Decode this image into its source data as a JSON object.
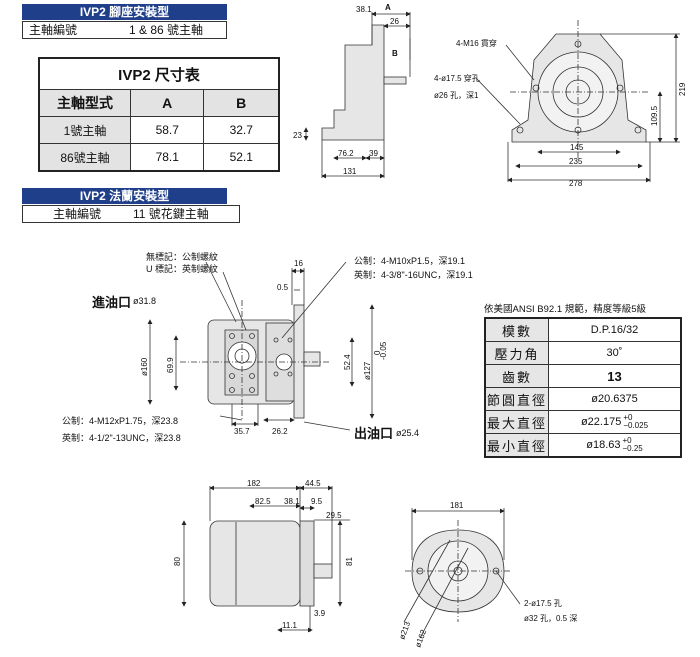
{
  "foot_mount": {
    "banner": "IVP2 腳座安裝型",
    "shaft_label": "主軸編號",
    "shaft_value": "1 & 86 號主軸"
  },
  "size_table": {
    "title": "IVP2 尺寸表",
    "col_header": "主軸型式",
    "col_a": "A",
    "col_b": "B",
    "rows": [
      {
        "label": "1號主軸",
        "a": "58.7",
        "b": "32.7"
      },
      {
        "label": "86號主軸",
        "a": "78.1",
        "b": "52.1"
      }
    ]
  },
  "flange_mount": {
    "banner": "IVP2 法蘭安裝型",
    "shaft_label": "主軸編號",
    "shaft_value": "11 號花鍵主軸"
  },
  "spline_table": {
    "caption": "依美國ANSI  B92.1 規範，精度等級5級",
    "rows": [
      {
        "label": "模數",
        "value": "D.P.16/32"
      },
      {
        "label": "壓力角",
        "value": "30˚"
      },
      {
        "label": "齒數",
        "value": "13"
      },
      {
        "label": "節圓直徑",
        "value": "ø20.6375"
      },
      {
        "label": "最大直徑",
        "value": "ø22.175",
        "tol_top": "+0",
        "tol_bottom": "−0.025"
      },
      {
        "label": "最小直徑",
        "value": "ø18.63",
        "tol_top": "+0",
        "tol_bottom": "−0.25"
      }
    ]
  },
  "foot_side": {
    "dims": [
      "38.1",
      "A",
      "26",
      "B",
      "23",
      "76.2",
      "39",
      "131"
    ]
  },
  "foot_front": {
    "notes": [
      "4-M16 貫穿",
      "4-ø17.5 穿孔",
      "ø26 孔，深1"
    ],
    "dims": [
      "145",
      "235",
      "278",
      "109.5",
      "219"
    ]
  },
  "flange_mid": {
    "thread_notes": [
      "無標記：公制螺紋",
      "U 標記：英制螺紋"
    ],
    "inlet_label": "進油口",
    "inlet_size": "ø31.8",
    "outlet_label": "出油口",
    "outlet_size": "ø25.4",
    "top_right_notes": [
      "公制：4-M10xP1.5，深19.1",
      "英制：4-3/8\"-16UNC，深19.1"
    ],
    "bottom_left_notes": [
      "公制：4-M12xP1.75，深23.8",
      "英制：4-1/2\"-13UNC，深23.8"
    ],
    "dims": [
      "16",
      "0.5",
      "ø160",
      "69.9",
      "35.7",
      "26.2",
      "52.4",
      "ø127",
      "0",
      "-0.05"
    ]
  },
  "flange_side": {
    "dims": [
      "182",
      "44.5",
      "82.5",
      "38.1",
      "9.5",
      "29.5",
      "80",
      "81",
      "3.9",
      "11.1"
    ]
  },
  "flange_front": {
    "notes": [
      "2-ø17.5 孔",
      "ø32 孔，0.5 深"
    ],
    "dims": [
      "181",
      "ø213",
      "ø162"
    ]
  },
  "colors": {
    "banner": "#1f3f8a",
    "body_fill": "#e6e6e6",
    "table_header": "#e3e3e3"
  }
}
